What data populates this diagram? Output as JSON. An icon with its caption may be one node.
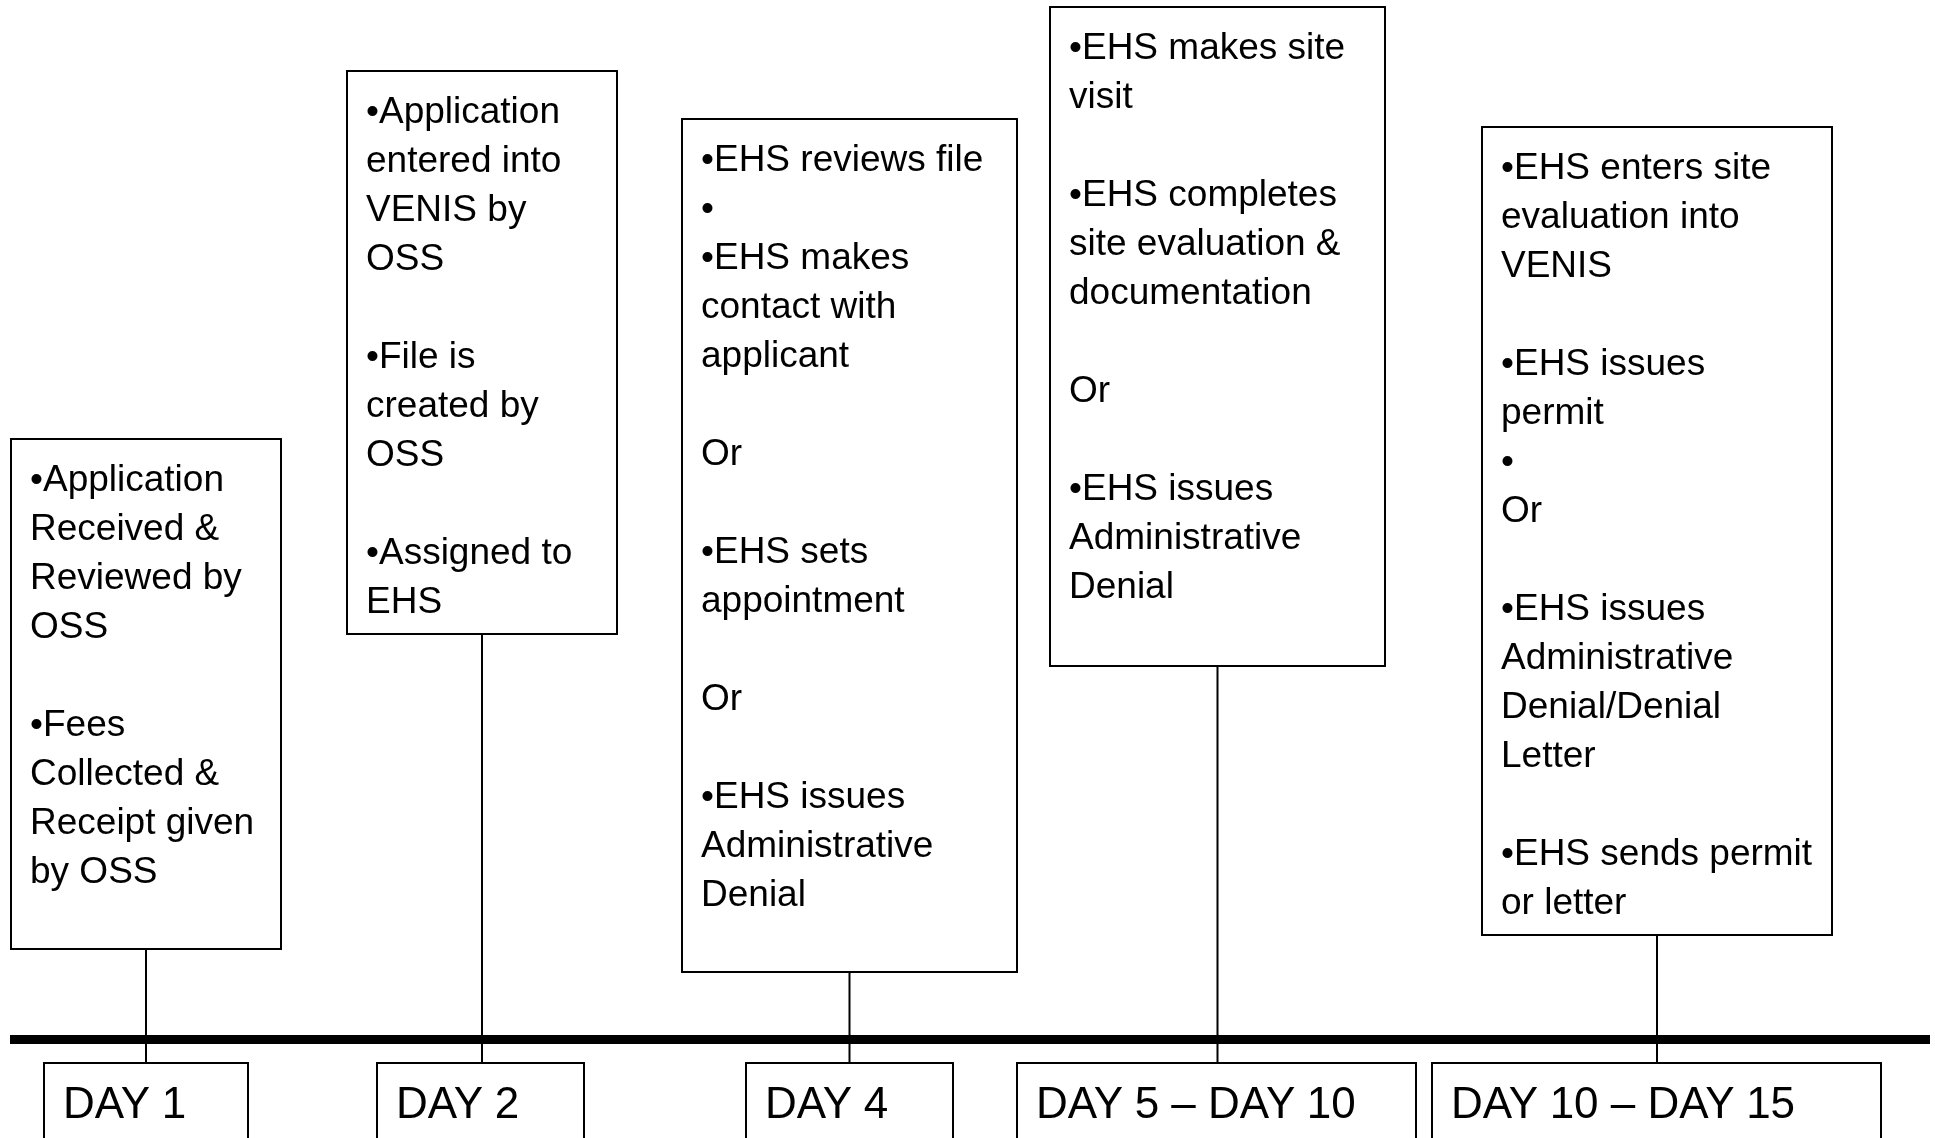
{
  "diagram": {
    "nodes": [
      {
        "text": [
          "•Application Received & Reviewed by OSS",
          "•Fees Collected & Receipt given by OSS"
        ]
      },
      {
        "text": [
          "•Application entered into VENIS by OSS",
          "•File is created by OSS",
          "•Assigned to EHS"
        ]
      },
      {
        "text": [
          "•EHS reviews file",
          "•",
          "•EHS makes contact with applicant",
          "Or",
          "•EHS sets appointment",
          "Or",
          "•EHS issues Administrative Denial"
        ]
      },
      {
        "text": [
          "•EHS makes site visit",
          "•EHS completes site evaluation & documentation",
          "Or",
          "•EHS issues Administrative Denial"
        ]
      },
      {
        "text": [
          "•EHS enters site evaluation into VENIS",
          "•EHS issues permit",
          "•",
          "Or",
          "•EHS issues Administrative Denial/Denial Letter",
          "•EHS sends permit or letter"
        ]
      },
      {
        "text": [
          "DAY 1"
        ]
      },
      {
        "text": [
          "DAY 2"
        ]
      },
      {
        "text": [
          "DAY 4"
        ]
      },
      {
        "text": [
          "DAY 5 – DAY 10"
        ]
      },
      {
        "text": [
          "DAY 10 – DAY 15"
        ]
      }
    ],
    "edges": [
      {
        "from": 0,
        "to": 5,
        "arrow": "none"
      },
      {
        "from": 1,
        "to": 6,
        "arrow": "none"
      },
      {
        "from": 2,
        "to": 7,
        "arrow": "none"
      },
      {
        "from": 3,
        "to": 8,
        "arrow": "none"
      },
      {
        "from": 4,
        "to": 9,
        "arrow": "none"
      }
    ]
  }
}
